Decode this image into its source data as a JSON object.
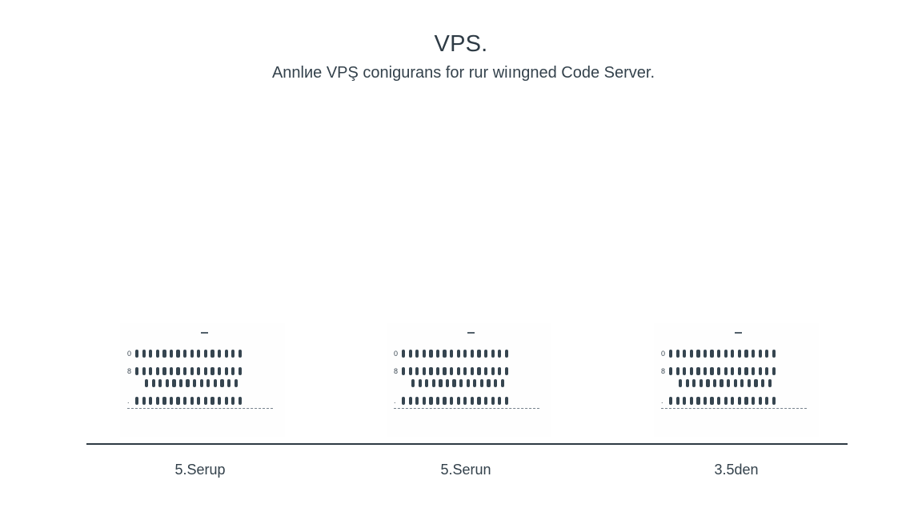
{
  "header": {
    "title": "VPS.",
    "subtitle": "Annlиe VPŞ conigurans for rur wiıngned Code Server."
  },
  "panels": [
    {
      "markers": [
        "0",
        "8",
        "",
        "."
      ],
      "label": "5.Serup"
    },
    {
      "markers": [
        "0",
        "8",
        "",
        "."
      ],
      "label": "5.Serun"
    },
    {
      "markers": [
        "0",
        "8",
        "",
        "."
      ],
      "label": "3.5den"
    }
  ]
}
